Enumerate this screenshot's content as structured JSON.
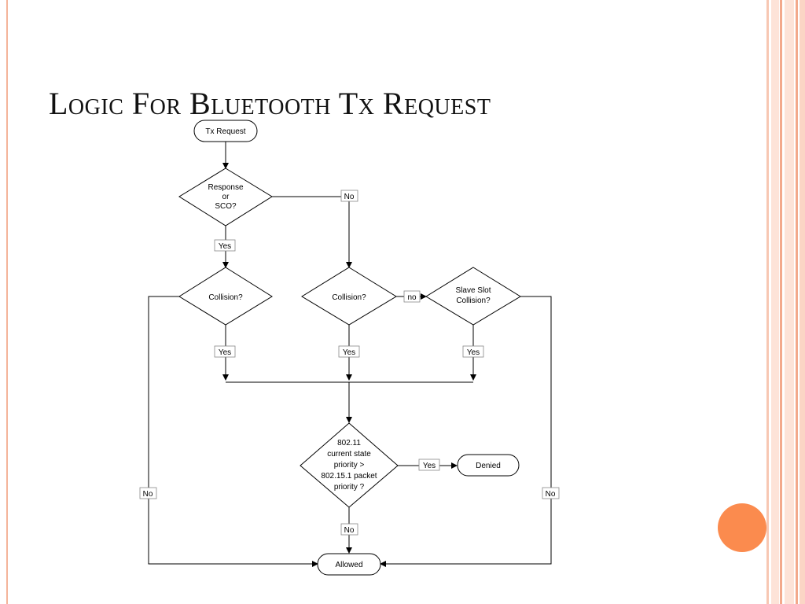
{
  "slide": {
    "title": "Logic For Bluetooth Tx Request"
  },
  "flowchart": {
    "start": "Tx Request",
    "decision_response": [
      "Response",
      "or",
      "SCO?"
    ],
    "decision_collision_left": "Collision?",
    "decision_collision_mid": "Collision?",
    "decision_slave_slot": [
      "Slave Slot",
      "Collision?"
    ],
    "decision_priority": [
      "802.11",
      "current state",
      "priority >",
      "802.15.1 packet",
      "priority ?"
    ],
    "end_denied": "Denied",
    "end_allowed": "Allowed",
    "labels": {
      "response_no": "No",
      "response_yes": "Yes",
      "mid_no": "no",
      "left_yes": "Yes",
      "mid_yes": "Yes",
      "slave_yes": "Yes",
      "priority_yes": "Yes",
      "priority_no": "No",
      "left_no": "No",
      "right_no": "No"
    }
  },
  "colors": {
    "accent_orange": "#fb8b4e",
    "stripe_light": "#fde3d8",
    "stripe_dark": "#f3a98c"
  }
}
